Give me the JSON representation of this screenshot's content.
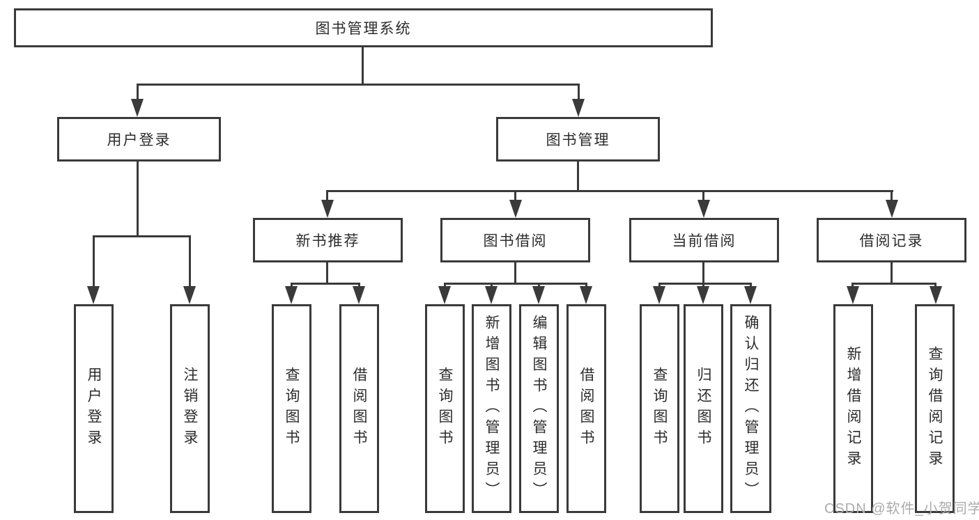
{
  "tree": {
    "root": "图书管理系统",
    "branches": [
      {
        "label": "用户登录",
        "children": [
          "用户登录",
          "注销登录"
        ]
      },
      {
        "label": "图书管理",
        "groups": [
          {
            "label": "新书推荐",
            "children": [
              "查询图书",
              "借阅图书"
            ]
          },
          {
            "label": "图书借阅",
            "children": [
              "查询图书",
              "新增图书（管理员）",
              "编辑图书（管理员）",
              "借阅图书"
            ]
          },
          {
            "label": "当前借阅",
            "children": [
              "查询图书",
              "归还图书",
              "确认归还（管理员）"
            ]
          },
          {
            "label": "借阅记录",
            "children": [
              "新增借阅记录",
              "查询借阅记录"
            ]
          }
        ]
      }
    ]
  },
  "watermark": "CSDN @软件_小贺同学",
  "colors": {
    "line": "#3a3a3a",
    "text": "#2c2c2c",
    "watermark": "#ababab",
    "bg": "#ffffff"
  }
}
